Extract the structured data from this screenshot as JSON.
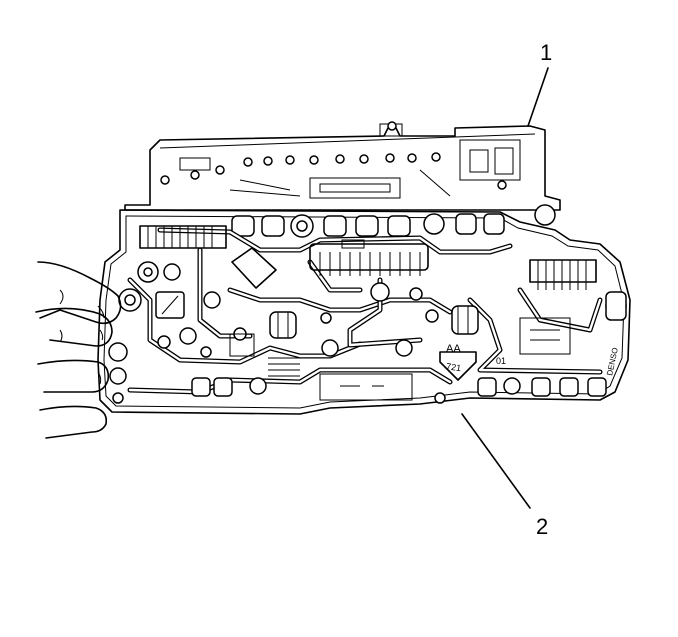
{
  "callouts": {
    "one": "1",
    "two": "2"
  },
  "board_labels": {
    "aa": "AA",
    "code": "721",
    "small_number": "01",
    "brand": "DENSO"
  },
  "colors": {
    "line": "#000000",
    "background": "#ffffff"
  },
  "icons": {
    "hand": "hand-icon"
  }
}
